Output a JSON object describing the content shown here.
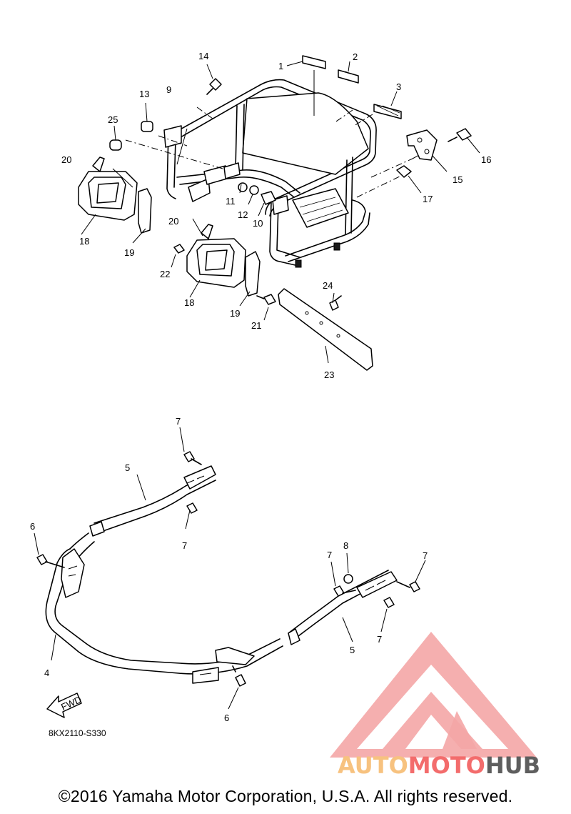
{
  "diagram": {
    "code": "8KX2110-S330",
    "fwd_label": "FWD",
    "callouts": [
      "1",
      "2",
      "3",
      "4",
      "5",
      "6",
      "7",
      "8",
      "9",
      "10",
      "11",
      "12",
      "13",
      "14",
      "15",
      "16",
      "17",
      "18",
      "19",
      "20",
      "21",
      "22",
      "23",
      "24",
      "25"
    ]
  },
  "watermark": {
    "part1": "AUTO",
    "part2": "MOTO",
    "part3": "HUB",
    "colors": {
      "auto": "#f7c27f",
      "moto": "#f36c6c",
      "hub": "#5e5e5e",
      "logo": "#f4a6a6"
    }
  },
  "footer": {
    "copyright": "©2016 Yamaha Motor Corporation, U.S.A. All rights reserved."
  }
}
